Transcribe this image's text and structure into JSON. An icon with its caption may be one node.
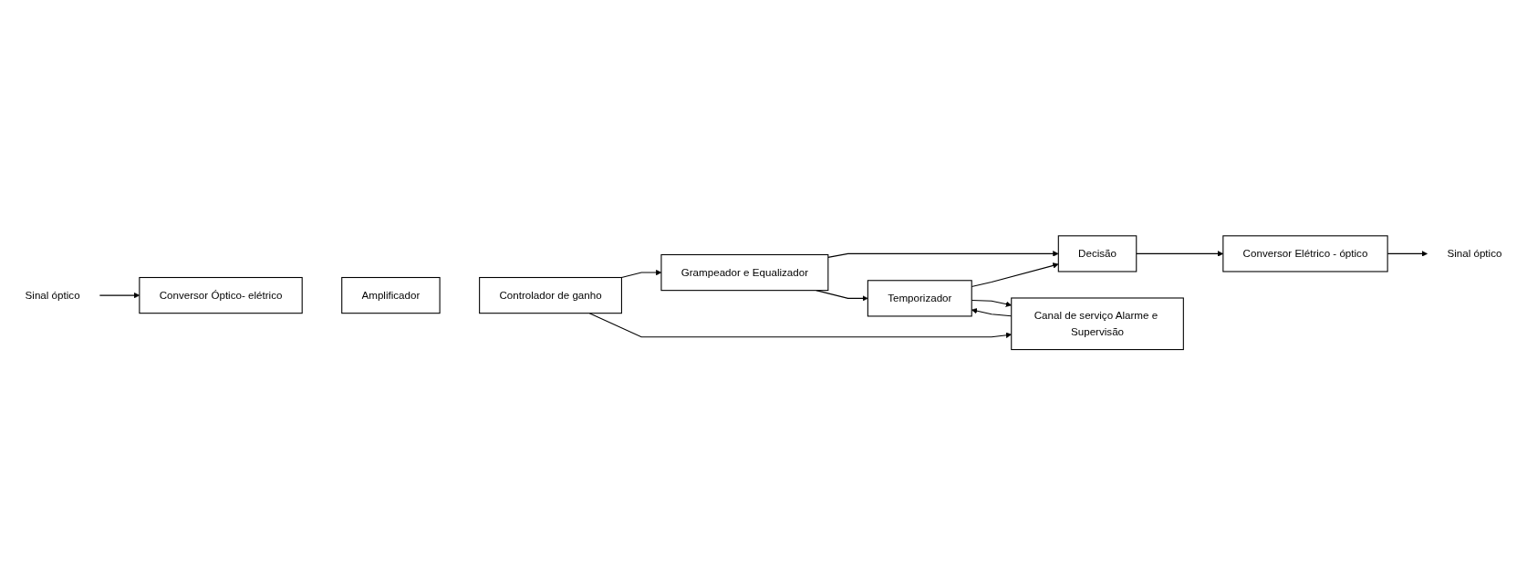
{
  "diagram": {
    "nodes": [
      {
        "text": [
          "Sinal óptico"
        ]
      },
      {
        "text": [
          "Conversor Óptico- elétrico"
        ]
      },
      {
        "text": [
          "Amplificador"
        ]
      },
      {
        "text": [
          "Controlador de ganho"
        ]
      },
      {
        "text": [
          "Grampeador e Equalizador"
        ]
      },
      {
        "text": [
          "Decisão"
        ]
      },
      {
        "text": [
          "Temporizador"
        ]
      },
      {
        "text": [
          "Conversor Elétrico - óptico"
        ]
      },
      {
        "text": [
          "Sinal óptico"
        ]
      },
      {
        "text": [
          "Canal de serviço Alarme e Supervisão"
        ]
      }
    ],
    "edges": [
      {
        "from": 0,
        "to": 1,
        "arrow": "to"
      },
      {
        "from": 3,
        "to": 4,
        "arrow": "to"
      },
      {
        "from": 3,
        "to": 9,
        "arrow": "to"
      },
      {
        "from": 4,
        "to": 5,
        "arrow": "to"
      },
      {
        "from": 4,
        "to": 6,
        "arrow": "to"
      },
      {
        "from": 6,
        "to": 5,
        "arrow": "to"
      },
      {
        "from": 5,
        "to": 7,
        "arrow": "to"
      },
      {
        "from": 7,
        "to": 8,
        "arrow": "to"
      },
      {
        "from": 9,
        "to": 6,
        "arrow": "to"
      },
      {
        "from": 6,
        "to": 9,
        "arrow": "to"
      }
    ]
  }
}
